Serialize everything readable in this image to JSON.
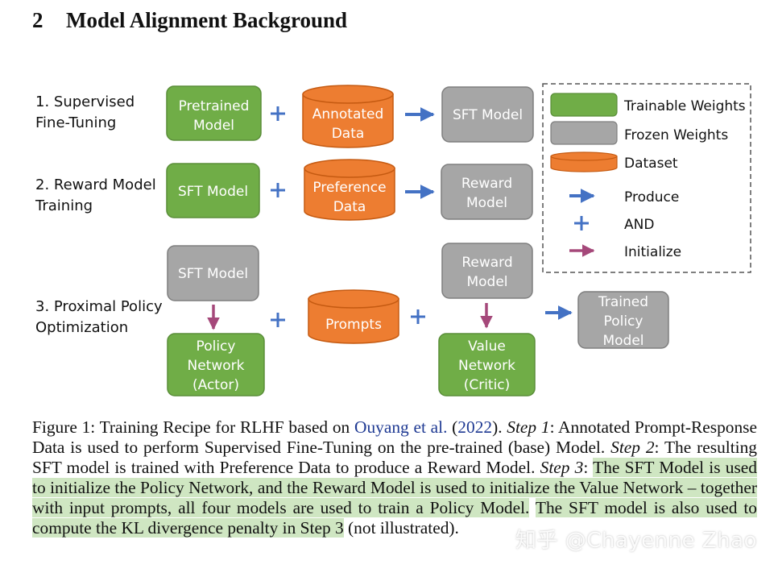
{
  "section": {
    "number": "2",
    "title": "Model Alignment Background"
  },
  "colors": {
    "green": "#70ad47",
    "gray": "#a6a6a6",
    "orange": "#ed7d31",
    "blue_arrow": "#4472c4",
    "purple_arrow": "#a5487a",
    "highlight": "#cfe6c2"
  },
  "steps": {
    "sft": {
      "label_line1": "1. Supervised",
      "label_line2": "Fine-Tuning"
    },
    "rm": {
      "label_line1": "2. Reward Model",
      "label_line2": "Training"
    },
    "ppo": {
      "label_line1": "3. Proximal Policy",
      "label_line2": "Optimization"
    }
  },
  "nodes": {
    "pretrained_l1": "Pretrained",
    "pretrained_l2": "Model",
    "annotated_l1": "Annotated",
    "annotated_l2": "Data",
    "sft_model_1": "SFT Model",
    "sft_model_2": "SFT Model",
    "preference_l1": "Preference",
    "preference_l2": "Data",
    "reward_l1": "Reward",
    "reward_l2": "Model",
    "sft_model_3": "SFT Model",
    "reward3_l1": "Reward",
    "reward3_l2": "Model",
    "prompts": "Prompts",
    "policy_l1": "Policy",
    "policy_l2": "Network",
    "policy_l3": "(Actor)",
    "value_l1": "Value",
    "value_l2": "Network",
    "value_l3": "(Critic)",
    "trained_l1": "Trained",
    "trained_l2": "Policy",
    "trained_l3": "Model"
  },
  "legend": {
    "trainable": "Trainable Weights",
    "frozen": "Frozen Weights",
    "dataset": "Dataset",
    "produce": "Produce",
    "and": "AND",
    "initialize": "Initialize"
  },
  "caption": {
    "p1": "Figure 1: Training Recipe for RLHF based on ",
    "cite": "Ouyang et al.",
    "p2": " (",
    "year": "2022",
    "p3": "). ",
    "step1": "Step 1",
    "p4": ": Annotated Prompt-Response Data is used to perform Supervised Fine-Tuning on the pre-trained (base) Model. ",
    "step2": "Step 2",
    "p5": ": The resulting SFT model is trained with Preference Data to produce a Reward Model. ",
    "step3": "Step 3",
    "p6": ": ",
    "hl1": "The SFT Model is used to initialize the Policy Network, and the Reward Model is used to initialize the Value Network – together with input prompts, all four models are used to train a Policy Model.",
    "p7": " ",
    "hl2": "The SFT model is also used to compute the KL divergence penalty in Step 3",
    "p8": " (not illustrated)."
  },
  "watermark": "知乎 @Chayenne Zhao"
}
